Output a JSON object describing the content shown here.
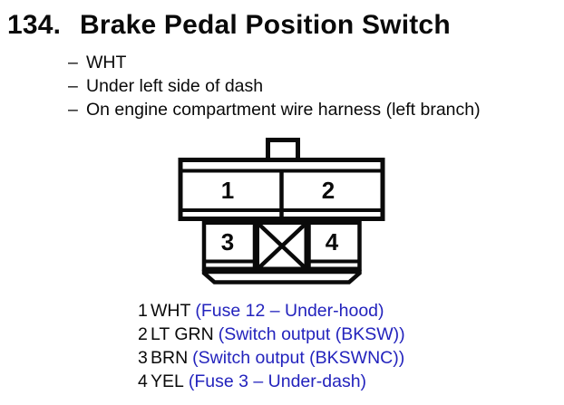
{
  "header": {
    "number": "134.",
    "title": "Brake Pedal Position Switch"
  },
  "notes": {
    "bullet": "–",
    "items": [
      "WHT",
      "Under left side of dash",
      "On engine compartment wire harness (left branch)"
    ]
  },
  "connector": {
    "description": "4-cavity connector, keyed cavity crossed out between 3 and 4",
    "pins": [
      "1",
      "2",
      "3",
      "4"
    ]
  },
  "pinout": {
    "rows": [
      {
        "pin": "1",
        "wire_color": "WHT",
        "note": "(Fuse 12 – Under-hood)"
      },
      {
        "pin": "2",
        "wire_color": "LT GRN",
        "note": "(Switch output (BKSW))"
      },
      {
        "pin": "3",
        "wire_color": "BRN",
        "note": "(Switch output (BKSWNC))"
      },
      {
        "pin": "4",
        "wire_color": "YEL",
        "note": "(Fuse 3 – Under-dash)"
      }
    ]
  },
  "colors": {
    "background": "#ffffff",
    "ink": "#0a0a0a",
    "note_blue": "#2323bd"
  }
}
